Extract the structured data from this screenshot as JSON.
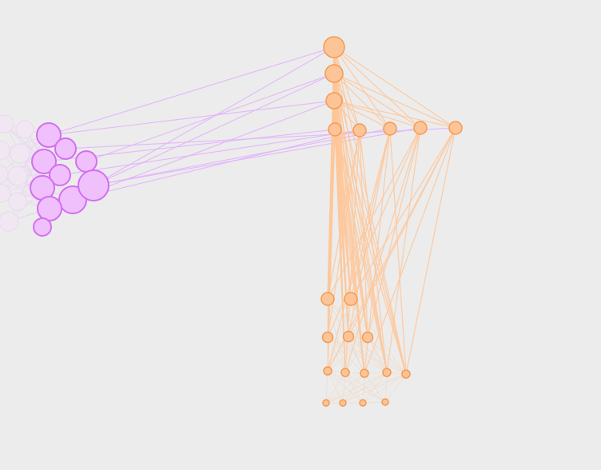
{
  "colors": {
    "background": "#ececec",
    "group_a_fill": "#efc0fb",
    "group_a_stroke": "#d36ff2",
    "group_a_faded": "#f1e7f3",
    "group_b_fill": "#fdc498",
    "group_b_stroke": "#f39a4f",
    "edge_a": "#e2b3fb",
    "edge_b": "#ffc597"
  },
  "graph": {
    "groups": [
      "purple-cluster",
      "orange-cluster"
    ],
    "node_count": 45,
    "edge_style": "straight-lines"
  }
}
